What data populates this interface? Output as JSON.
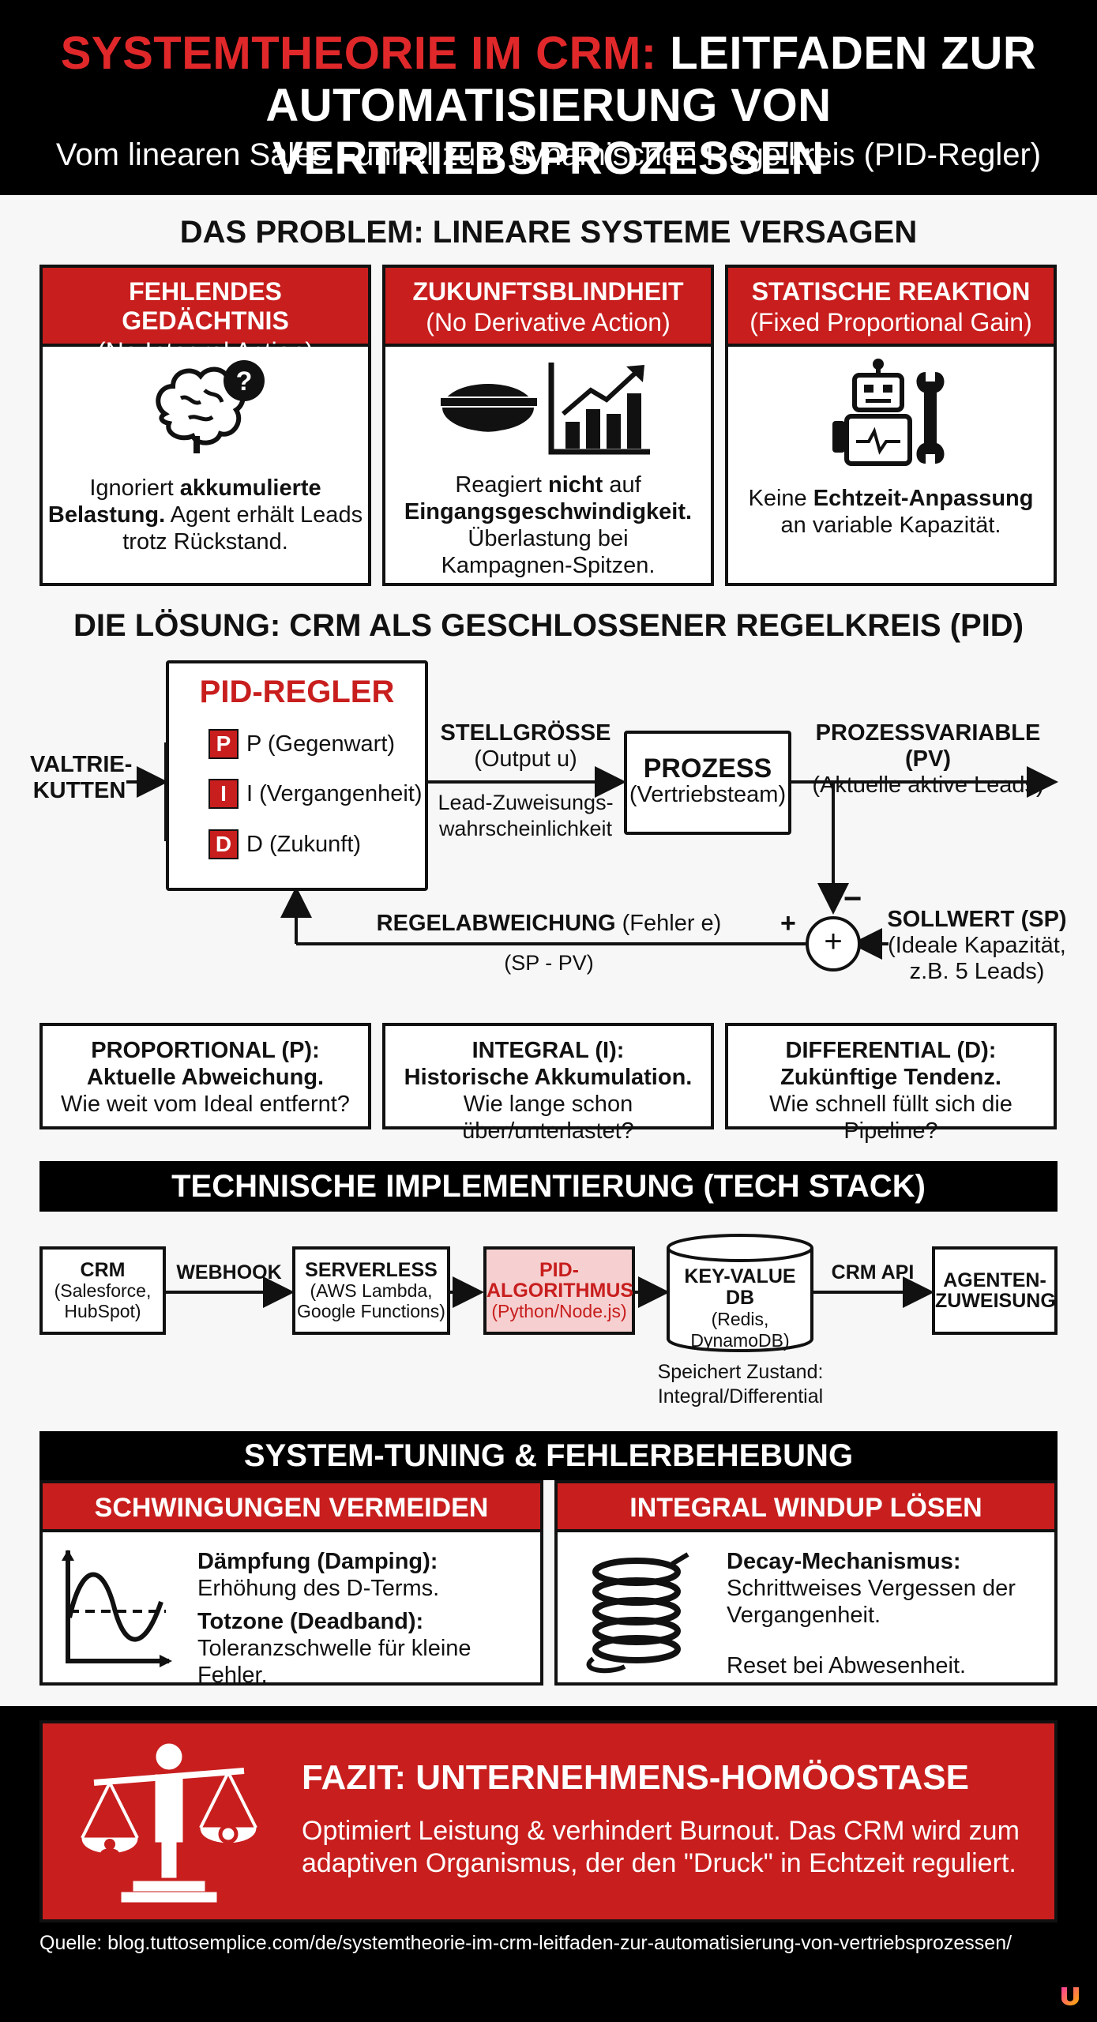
{
  "header": {
    "title_red": "SYSTEMTHEORIE IM CRM:",
    "title_white": "LEITFADEN ZUR",
    "title_line2": "AUTOMATISIERUNG VON VERTRIEBSPROZESSEN",
    "subtitle": "Vom linearen Sales Funnel zum dynamischen Regelkreis (PID-Regler)"
  },
  "problem": {
    "title": "DAS PROBLEM: LINEARE SYSTEME VERSAGEN",
    "cards": [
      {
        "head1": "FEHLENDES GEDÄCHTNIS",
        "head2": "(No Integral Action)",
        "icon": "brain-question-icon",
        "b1a": "Ignoriert ",
        "b1b": "akkumulierte",
        "b2a": "Belastung.",
        "b2b": " Agent erhält Leads",
        "b3": "trotz Rückstand."
      },
      {
        "head1": "ZUKUNFTSBLINDHEIT",
        "head2": "(No Derivative Action)",
        "icon": "blindfold-chart-icon",
        "b1a": "Reagiert ",
        "b1b": "nicht",
        "b1c": " auf",
        "b2": "Eingangsgeschwindigkeit.",
        "b3": "Überlastung bei",
        "b4": "Kampagnen-Spitzen."
      },
      {
        "head1": "STATISCHE REAKTION",
        "head2": "(Fixed Proportional Gain)",
        "icon": "robot-wrench-icon",
        "b1a": "Keine ",
        "b1b": "Echtzeit-Anpassung",
        "b2": "an variable Kapazität."
      }
    ]
  },
  "solution": {
    "title": "DIE LÖSUNG: CRM ALS GESCHLOSSENER REGELKREIS (PID)",
    "input_l1": "VALTRIE-",
    "input_l2": "KUTTEN",
    "pid_title": "PID-REGLER",
    "p_letter": "P",
    "p_text": "P (Gegenwart)",
    "i_letter": "I",
    "i_text": "I (Vergangenheit)",
    "d_letter": "D",
    "d_text": "D (Zukunft)",
    "stell_l1": "STELLGRÖSSE",
    "stell_l2": "(Output u)",
    "lead_l1": "Lead-Zuweisungs-",
    "lead_l2": "wahrscheinlichkeit",
    "prozess_l1": "PROZESS",
    "prozess_l2": "(Vertriebsteam)",
    "pv_l1": "PROZESSVARIABLE (PV)",
    "pv_l2": "(Aktuelle aktive Leads)",
    "minus": "−",
    "plus": "+",
    "sum": "+",
    "sp_l1": "SOLLWERT (SP)",
    "sp_l2": "(Ideale Kapazität,",
    "sp_l3": "z.B. 5 Leads)",
    "err_bold": "REGELABWEICHUNG",
    "err_rest": " (Fehler e)",
    "err_formula": "(SP - PV)"
  },
  "explain": [
    {
      "l1": "PROPORTIONAL (P):",
      "l2": "Aktuelle Abweichung.",
      "l3": "Wie weit vom Ideal entfernt?"
    },
    {
      "l1": "INTEGRAL (I):",
      "l2": "Historische Akkumulation.",
      "l3": "Wie lange schon über/unterlastet?"
    },
    {
      "l1": "DIFFERENTIAL (D):",
      "l2": "Zukünftige Tendenz.",
      "l3": "Wie schnell füllt sich die Pipeline?"
    }
  ],
  "tech": {
    "title": "TECHNISCHE IMPLEMENTIERUNG (TECH STACK)",
    "crm_l1": "CRM",
    "crm_l2": "(Salesforce,",
    "crm_l3": "HubSpot)",
    "webhook": "WEBHOOK",
    "sls_l1": "SERVERLESS",
    "sls_l2": "(AWS Lambda,",
    "sls_l3": "Google Functions)",
    "pid_l1": "PID-",
    "pid_l2": "ALGORITHMUS",
    "pid_l3": "(Python/Node.js)",
    "kv_l1": "KEY-VALUE DB",
    "kv_l2": "(Redis,",
    "kv_l3": "DynamoDB)",
    "api": "CRM API",
    "agent_l1": "AGENTEN-",
    "agent_l2": "ZUWEISUNG",
    "note_l1": "Speichert Zustand:",
    "note_l2": "Integral/Differential"
  },
  "tuning": {
    "title": "SYSTEM-TUNING & FEHLERBEHEBUNG",
    "left_head": "SCHWINGUNGEN VERMEIDEN",
    "left_icon": "oscillation-graph-icon",
    "damp_bold": "Dämpfung (Damping):",
    "damp_text": "Erhöhung des D-Terms.",
    "dead_bold": "Totzone (Deadband):",
    "dead_text": "Toleranzschwelle für kleine Fehler.",
    "right_head": "INTEGRAL WINDUP LÖSEN",
    "right_icon": "spring-coil-icon",
    "decay_bold": "Decay-Mechanismus:",
    "decay_l1": "Schrittweises Vergessen der",
    "decay_l2": "Vergangenheit.",
    "reset": "Reset bei Abwesenheit."
  },
  "fazit": {
    "icon": "balance-scale-person-icon",
    "title": "FAZIT: UNTERNEHMENS-HOMÖOSTASE",
    "l1": "Optimiert Leistung & verhindert Burnout. Das CRM wird zum",
    "l2": "adaptiven Organismus, der den \"Druck\" in Echtzeit reguliert.",
    "source": "Quelle: blog.tuttosemplice.com/de/systemtheorie-im-crm-leitfaden-zur-automatisierung-von-vertriebsprozessen/"
  },
  "colors": {
    "accent": "#c81e1e",
    "dark": "#000000",
    "highlight_box": "#f6d0d0"
  },
  "logo_icon": "brand-logo-icon"
}
